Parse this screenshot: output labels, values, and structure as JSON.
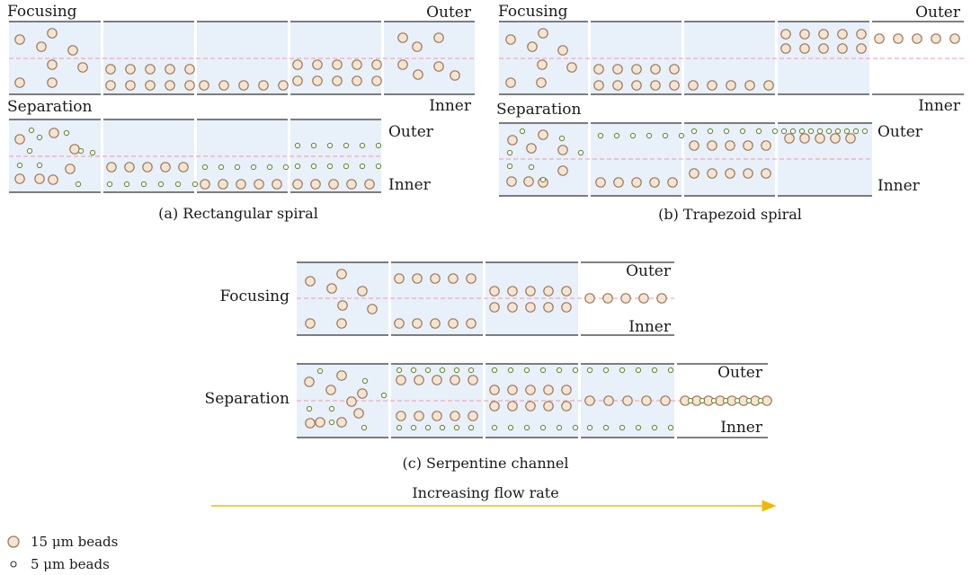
{
  "panel_a": {
    "caption": "(a) Rectangular spiral",
    "focusing": "Focusing",
    "separation": "Separation",
    "outer": "Outer",
    "inner": "Inner"
  },
  "panel_b": {
    "caption": "(b) Trapezoid spiral",
    "focusing": "Focusing",
    "separation": "Separation",
    "outer": "Outer",
    "inner": "Inner"
  },
  "panel_c": {
    "caption": "(c) Serpentine channel",
    "focusing": "Focusing",
    "separation": "Separation",
    "outer_focusing": "Outer",
    "inner_focusing": "Inner",
    "outer_separation": "Outer",
    "inner_separation": "Inner"
  },
  "flow_arrow": {
    "label": "Increasing flow rate"
  },
  "legend": {
    "large": "15 μm beads",
    "small": "5 μm beads"
  },
  "colors": {
    "channel_fill": "#e8f0fa",
    "channel_wall": "#333333",
    "centerline": "#ee9aa8",
    "large_bead_fill": "#f6e4d2",
    "large_bead_stroke": "#9a7a5a",
    "small_bead_fill": "#ffffff",
    "small_bead_stroke": "#6d8a3a",
    "arrow": "#f0b800"
  }
}
